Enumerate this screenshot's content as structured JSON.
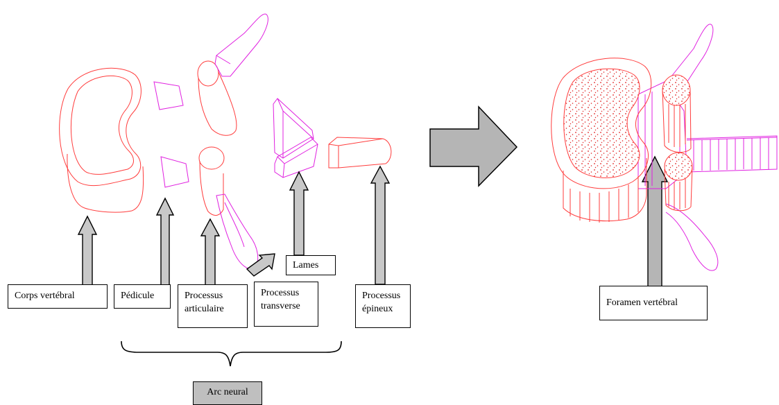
{
  "labels": {
    "corps": "Corps vertébral",
    "pedicule": "Pédicule",
    "articulaire": [
      "Processus",
      "articulaire"
    ],
    "transverse": [
      "Processus",
      "transverse"
    ],
    "lames": "Lames",
    "epineux": [
      "Processus",
      "épineux"
    ],
    "arc_neural": "Arc neural",
    "foramen": "Foramen vertébral"
  },
  "colors": {
    "body_outline": "#ff3b3b",
    "arch_outline": "#e020e0",
    "arrow_fill": "#c8c8c8",
    "big_arrow_fill": "#b5b5b5",
    "stipple": "#e02020"
  }
}
